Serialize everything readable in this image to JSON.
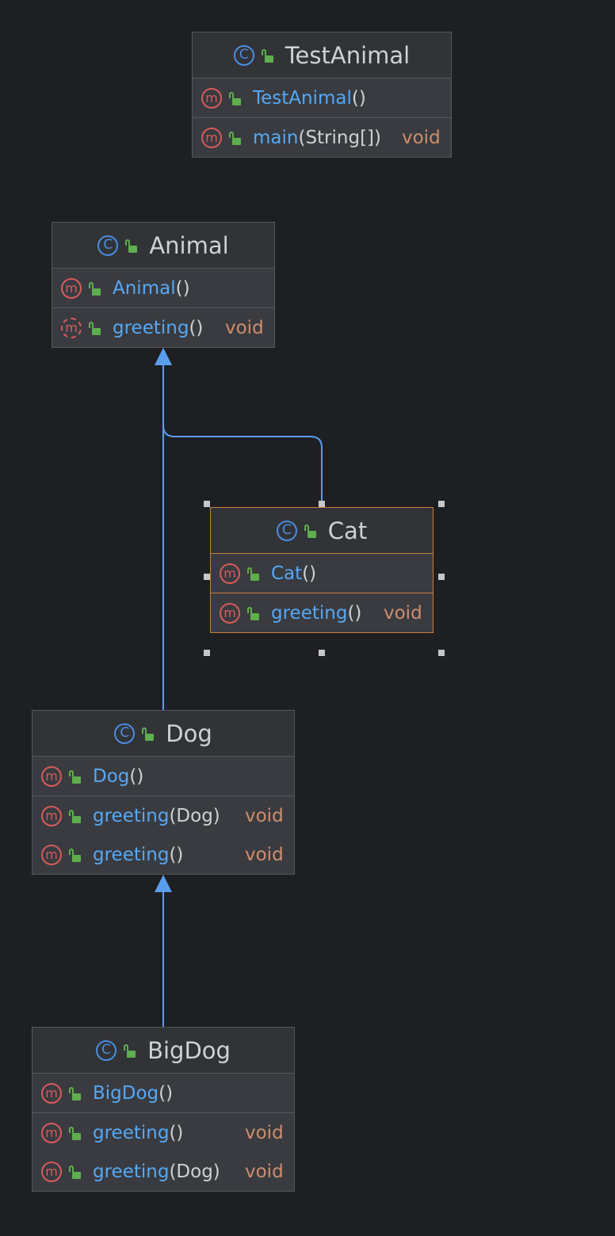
{
  "colors": {
    "background": "#1e1f22",
    "class_fill": "#393b40",
    "header_fill": "#313337",
    "border": "#55575c",
    "selected_border": "#c7803a",
    "method_name": "#56a8f5",
    "return_type": "#cf8e6d",
    "class_icon": "#4b8de0",
    "method_icon": "#d95a5a",
    "visibility_icon": "#5fae4e",
    "edge": "#5a9ded"
  },
  "icons": {
    "class": "class-icon",
    "method": "method-icon",
    "abstract_method": "abstract-method-icon",
    "visibility": "public-lock-icon"
  },
  "classes": [
    {
      "id": "TestAnimal",
      "name": "TestAnimal",
      "class_icon_glyph": "C",
      "groups": [
        [
          {
            "name": "TestAnimal",
            "params": "()",
            "type": "",
            "method_icon_glyph": "m"
          }
        ],
        [
          {
            "name": "main",
            "params": "(String[])",
            "type": "void",
            "method_icon_glyph": "m"
          }
        ]
      ]
    },
    {
      "id": "Animal",
      "name": "Animal",
      "class_icon_glyph": "C",
      "groups": [
        [
          {
            "name": "Animal",
            "params": "()",
            "type": "",
            "method_icon_glyph": "m"
          }
        ],
        [
          {
            "name": "greeting",
            "params": " ()",
            "type": "void",
            "method_icon_glyph": "m",
            "abstract": true
          }
        ]
      ]
    },
    {
      "id": "Cat",
      "name": "Cat",
      "class_icon_glyph": "C",
      "selected": true,
      "groups": [
        [
          {
            "name": "Cat",
            "params": "()",
            "type": "",
            "method_icon_glyph": "m"
          }
        ],
        [
          {
            "name": "greeting",
            "params": " ()",
            "type": "void",
            "method_icon_glyph": "m"
          }
        ]
      ]
    },
    {
      "id": "Dog",
      "name": "Dog",
      "class_icon_glyph": "C",
      "groups": [
        [
          {
            "name": "Dog",
            "params": "()",
            "type": "",
            "method_icon_glyph": "m"
          }
        ],
        [
          {
            "name": "greeting",
            "params": " (Dog)",
            "type": "void",
            "method_icon_glyph": "m"
          },
          {
            "name": "greeting",
            "params": " ()",
            "type": "void",
            "method_icon_glyph": "m"
          }
        ]
      ]
    },
    {
      "id": "BigDog",
      "name": "BigDog",
      "class_icon_glyph": "C",
      "groups": [
        [
          {
            "name": "BigDog",
            "params": "()",
            "type": "",
            "method_icon_glyph": "m"
          }
        ],
        [
          {
            "name": "greeting",
            "params": " ()",
            "type": "void",
            "method_icon_glyph": "m"
          },
          {
            "name": "greeting",
            "params": " (Dog)",
            "type": "void",
            "method_icon_glyph": "m"
          }
        ]
      ]
    }
  ],
  "edges": [
    {
      "kind": "extends",
      "from": "Cat",
      "to": "Animal"
    },
    {
      "kind": "extends",
      "from": "Dog",
      "to": "Animal"
    },
    {
      "kind": "extends",
      "from": "BigDog",
      "to": "Dog"
    }
  ]
}
